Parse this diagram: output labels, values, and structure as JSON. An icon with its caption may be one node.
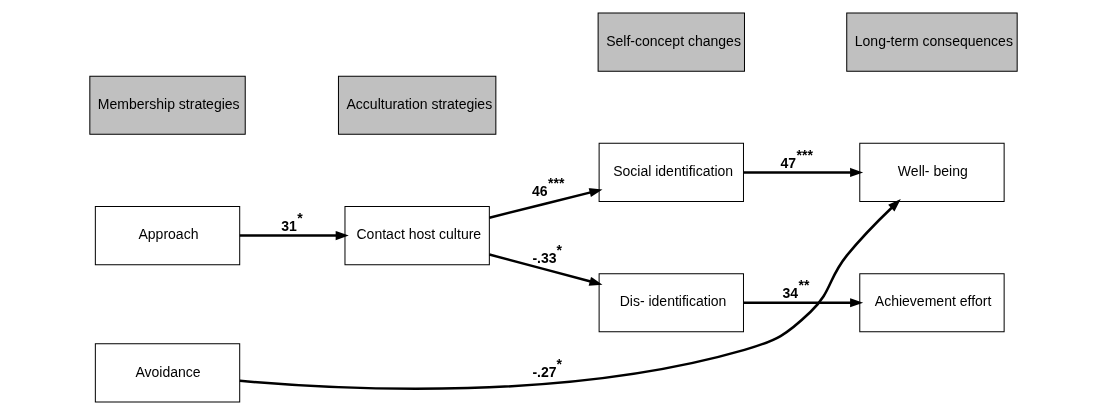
{
  "diagram": {
    "nodes": [
      {
        "text": [
          "Membership strategies"
        ]
      },
      {
        "text": [
          "Acculturation strategies"
        ]
      },
      {
        "text": [
          "Self-concept changes"
        ]
      },
      {
        "text": [
          "Long-term consequences"
        ]
      },
      {
        "text": [
          "Approach"
        ]
      },
      {
        "text": [
          "Contact host culture"
        ]
      },
      {
        "text": [
          "Social identification"
        ]
      },
      {
        "text": [
          "Well- being"
        ]
      },
      {
        "text": [
          "Avoidance"
        ]
      },
      {
        "text": [
          "Dis- identification"
        ]
      },
      {
        "text": [
          "Achievement effort"
        ]
      }
    ],
    "edges": [
      {
        "from": 4,
        "to": 5,
        "arrow": "to",
        "label": "31$^{*}$"
      },
      {
        "from": 5,
        "to": 6,
        "arrow": "to",
        "label": "46$^{***}$"
      },
      {
        "from": 6,
        "to": 7,
        "arrow": "to",
        "label": "47$^{***}$"
      },
      {
        "from": 5,
        "to": 9,
        "arrow": "to",
        "label": "-.33$^{*}$"
      },
      {
        "from": 8,
        "to": 7,
        "arrow": "to",
        "label": "-.27$^{*}$"
      },
      {
        "from": 9,
        "to": 10,
        "arrow": "to",
        "label": "34$^{**}$"
      }
    ]
  }
}
